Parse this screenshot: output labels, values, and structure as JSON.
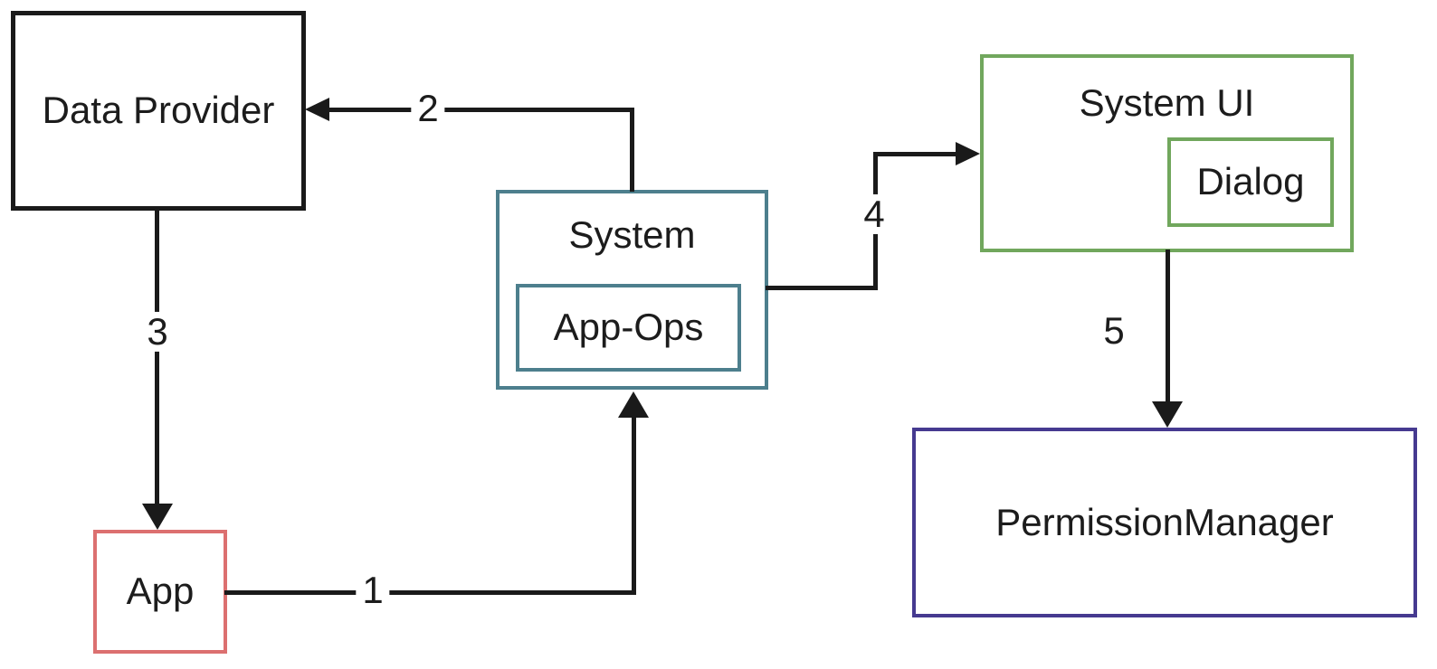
{
  "diagram": {
    "background_color": "#ffffff",
    "line_color": "#1a1a1a",
    "text_color": "#1c1c1c",
    "nodes": {
      "data_provider": {
        "label": "Data Provider",
        "border_color": "#1a1a1a"
      },
      "app": {
        "label": "App",
        "border_color": "#dc7070"
      },
      "system": {
        "label": "System",
        "border_color": "#4d7f8d"
      },
      "app_ops": {
        "label": "App-Ops",
        "border_color": "#4d7f8d",
        "parent": "system"
      },
      "system_ui": {
        "label": "System UI",
        "border_color": "#71a75d"
      },
      "dialog": {
        "label": "Dialog",
        "border_color": "#71a75d",
        "parent": "system_ui"
      },
      "permission_manager": {
        "label": "PermissionManager",
        "border_color": "#463a90"
      }
    },
    "edges": [
      {
        "label": "1",
        "from": "app",
        "to": "system"
      },
      {
        "label": "2",
        "from": "system",
        "to": "data_provider"
      },
      {
        "label": "3",
        "from": "data_provider",
        "to": "app"
      },
      {
        "label": "4",
        "from": "system",
        "to": "system_ui"
      },
      {
        "label": "5",
        "from": "system_ui",
        "to": "permission_manager"
      }
    ]
  }
}
